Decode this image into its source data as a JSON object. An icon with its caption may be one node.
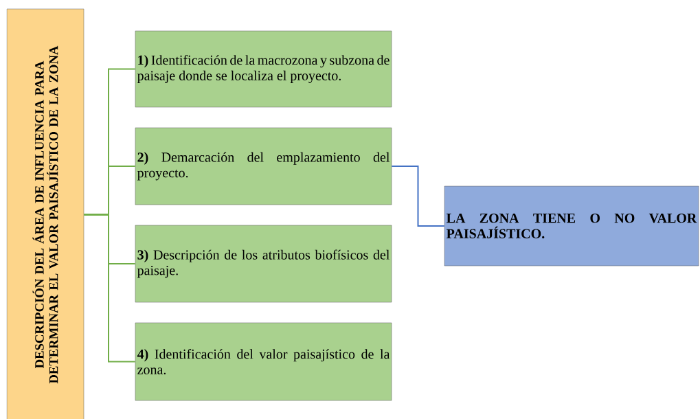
{
  "diagram": {
    "nodes": [
      {
        "text": [
          "DESCRIPCIÓN DEL ÁREA DE INFLUENCIA PARA DETERMINAR EL VALOR PAISAJÍSTICO DE LA ZONA"
        ]
      },
      {
        "text": [
          "**1)** Identificación de la macrozona y subzona de paisaje donde se localiza el proyecto."
        ]
      },
      {
        "text": [
          "**2)** Demarcación del emplazamiento del proyecto."
        ]
      },
      {
        "text": [
          "**3)** Descripción de los atributos biofísicos del paisaje."
        ]
      },
      {
        "text": [
          "**4)** Identificación del valor paisajístico de la zona."
        ]
      },
      {
        "text": [
          "LA ZONA TIENE O NO VALOR PAISAJÍSTICO."
        ]
      }
    ],
    "edges": [
      {
        "from": 0,
        "to": 1,
        "arrow": "none"
      },
      {
        "from": 0,
        "to": 2,
        "arrow": "none"
      },
      {
        "from": 0,
        "to": 3,
        "arrow": "none"
      },
      {
        "from": 0,
        "to": 4,
        "arrow": "none"
      },
      {
        "from": 2,
        "to": 5,
        "arrow": "none",
        "color": "#4472c4"
      }
    ]
  }
}
